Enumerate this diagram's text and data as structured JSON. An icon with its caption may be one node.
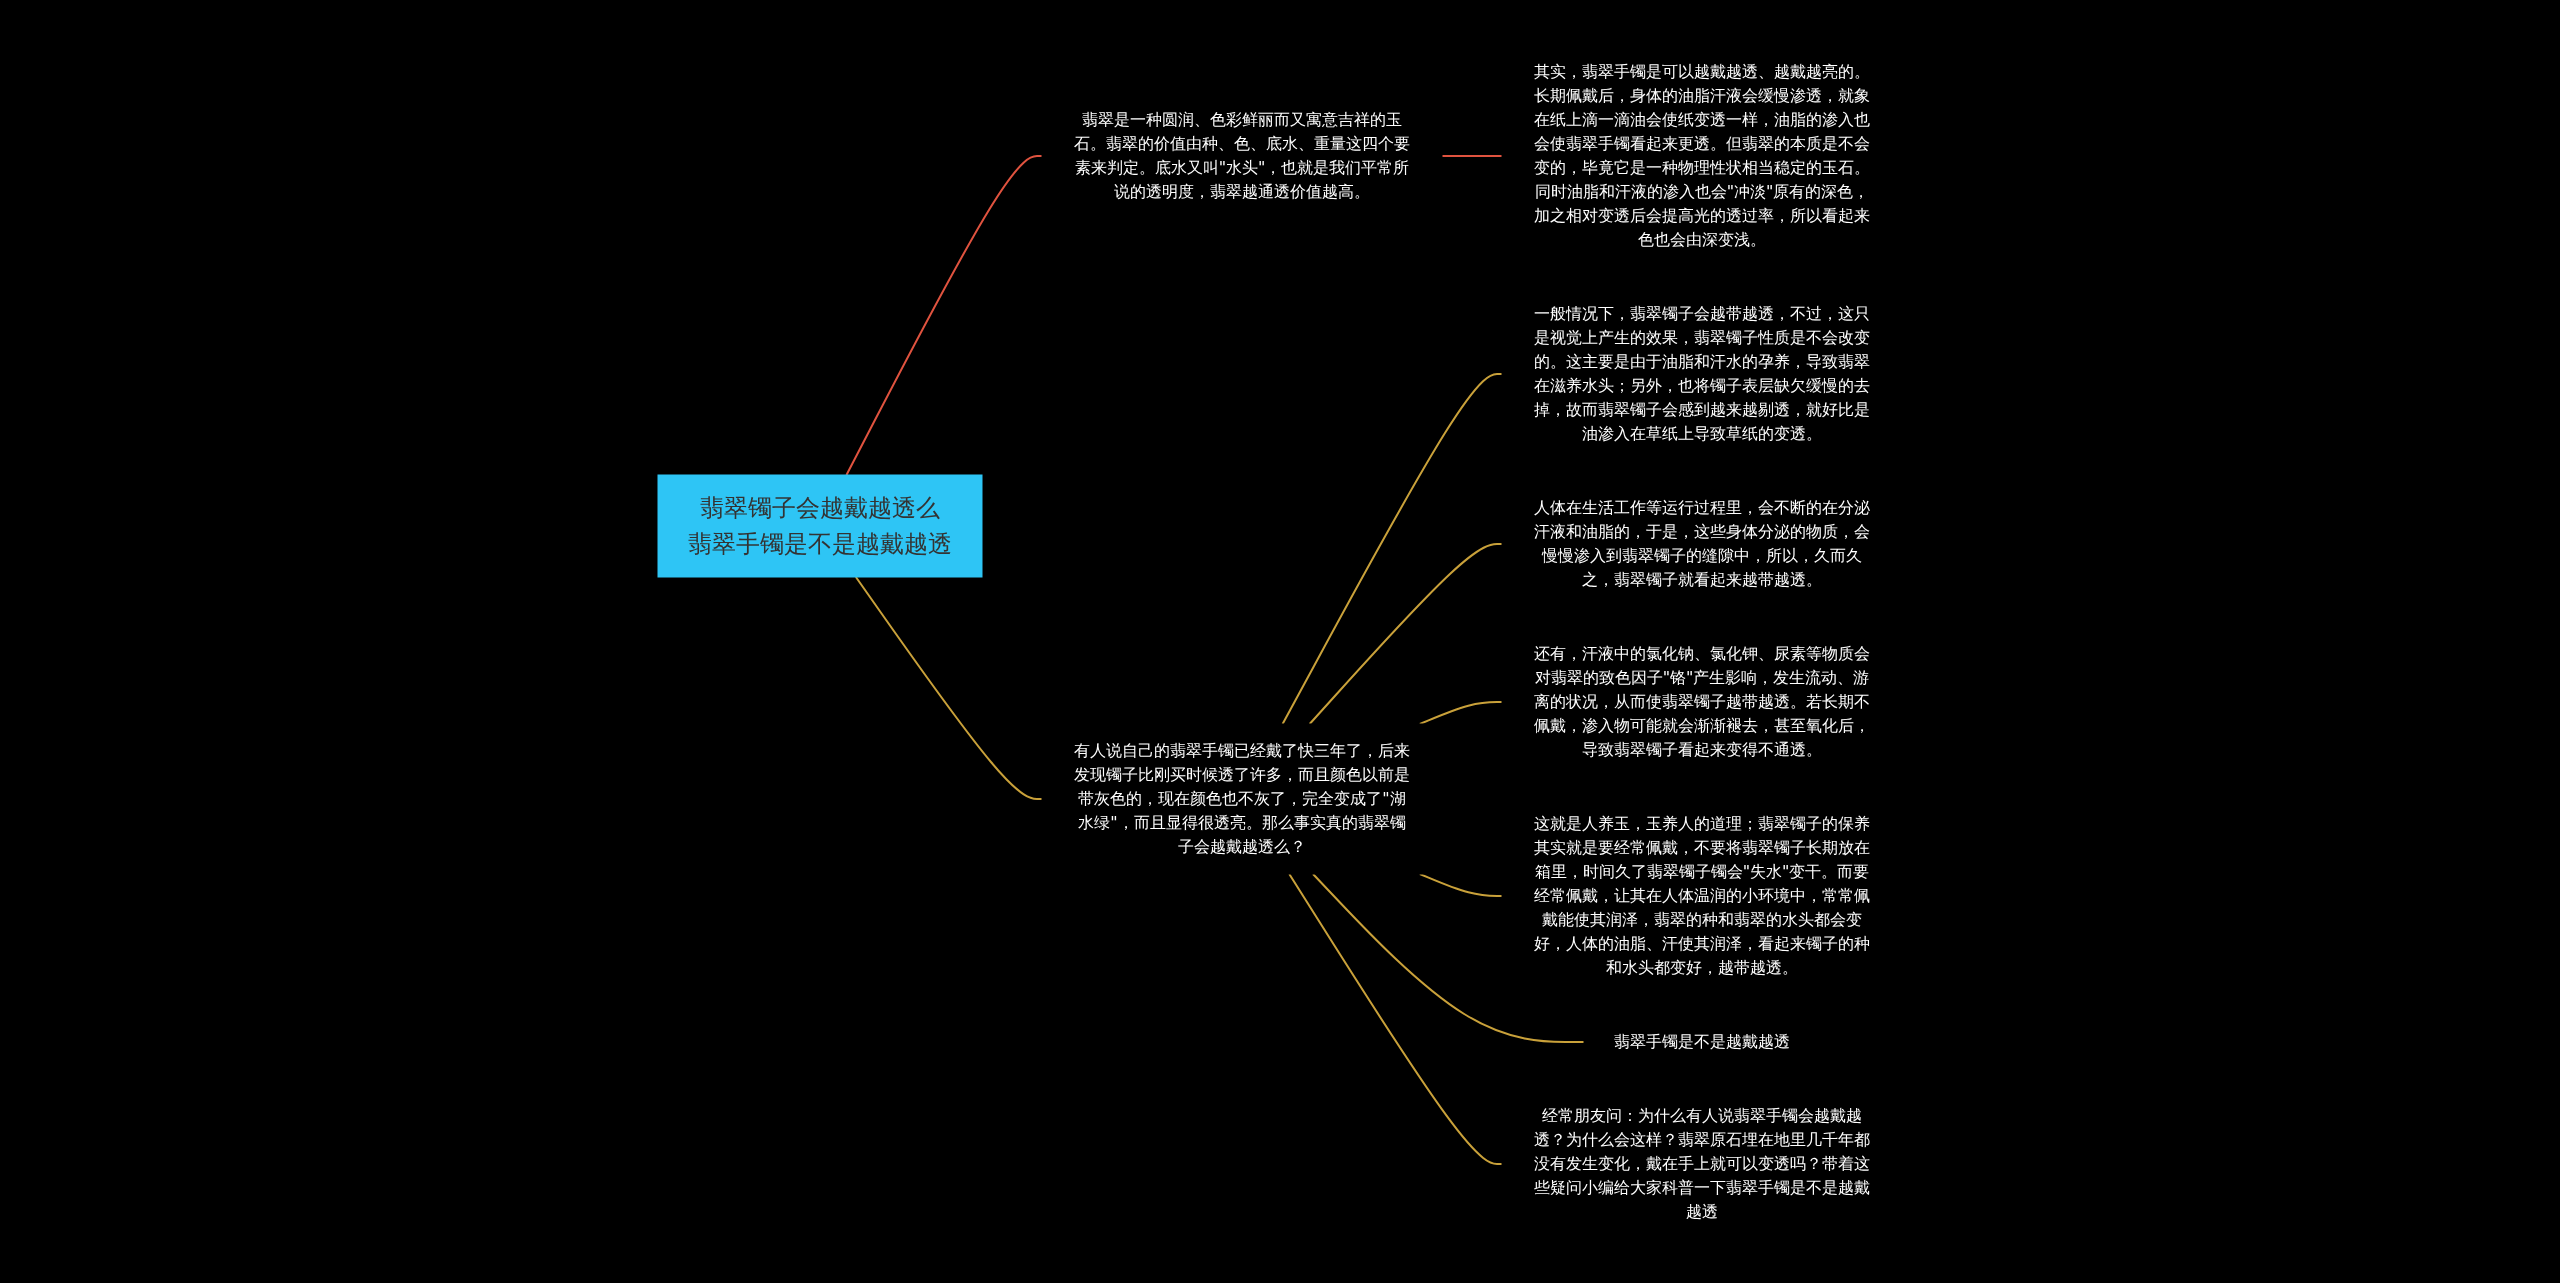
{
  "diagram": {
    "nodes": [
      {
        "text": [
          "翡翠镯子会越戴越透么",
          "翡翠手镯是不是越戴越透"
        ]
      },
      {
        "text": [
          "翡翠是一种圆润、色彩鲜丽而又寓意吉祥的玉石。翡翠的价值由种、色、底水、重量这四个要素来判定。底水又叫\"水头\"，也就是我们平常所说的透明度，翡翠越通透价值越高。"
        ]
      },
      {
        "text": [
          "其实，翡翠手镯是可以越戴越透、越戴越亮的。长期佩戴后，身体的油脂汗液会缓慢渗透，就象在纸上滴一滴油会使纸变透一样，油脂的渗入也会使翡翠手镯看起来更透。但翡翠的本质是不会变的，毕竟它是一种物理性状相当稳定的玉石。同时油脂和汗液的渗入也会\"冲淡\"原有的深色，加之相对变透后会提高光的透过率，所以看起来色也会由深变浅。"
        ]
      },
      {
        "text": [
          "有人说自己的翡翠手镯已经戴了快三年了，后来发现镯子比刚买时候透了许多，而且颜色以前是带灰色的，现在颜色也不灰了，完全变成了\"湖水绿\"，而且显得很透亮。那么事实真的翡翠镯子会越戴越透么？"
        ]
      },
      {
        "text": [
          "一般情况下，翡翠镯子会越带越透，不过，这只是视觉上产生的效果，翡翠镯子性质是不会改变的。这主要是由于油脂和汗水的孕养，导致翡翠在滋养水头；另外，也将镯子表层缺欠缓慢的去掉，故而翡翠镯子会感到越来越剔透，就好比是油渗入在草纸上导致草纸的变透。"
        ]
      },
      {
        "text": [
          "人体在生活工作等运行过程里，会不断的在分泌汗液和油脂的，于是，这些身体分泌的物质，会慢慢渗入到翡翠镯子的缝隙中，所以，久而久之，翡翠镯子就看起来越带越透。"
        ]
      },
      {
        "text": [
          "还有，汗液中的氯化钠、氯化钾、尿素等物质会对翡翠的致色因子\"铬\"产生影响，发生流动、游离的状况，从而使翡翠镯子越带越透。若长期不佩戴，渗入物可能就会渐渐褪去，甚至氧化后，导致翡翠镯子看起来变得不通透。"
        ]
      },
      {
        "text": [
          "这就是人养玉，玉养人的道理；翡翠镯子的保养其实就是要经常佩戴，不要将翡翠镯子长期放在箱里，时间久了翡翠镯子镯会\"失水\"变干。而要经常佩戴，让其在人体温润的小环境中，常常佩戴能使其润泽，翡翠的种和翡翠的水头都会变好，人体的油脂、汗使其润泽，看起来镯子的种和水头都变好，越带越透。"
        ]
      },
      {
        "text": [
          "翡翠手镯是不是越戴越透"
        ]
      },
      {
        "text": [
          "经常朋友问：为什么有人说翡翠手镯会越戴越透？为什么会这样？翡翠原石埋在地里几千年都没有发生变化，戴在手上就可以变透吗？带着这些疑问小编给大家科普一下翡翠手镯是不是越戴越透"
        ]
      }
    ],
    "edges": [
      {
        "from": 0,
        "to": 1,
        "arrow": "none",
        "color": "#e0533f"
      },
      {
        "from": 1,
        "to": 2,
        "arrow": "none",
        "color": "#e0533f"
      },
      {
        "from": 0,
        "to": 3,
        "arrow": "none"
      },
      {
        "from": 3,
        "to": 4,
        "arrow": "none"
      },
      {
        "from": 3,
        "to": 5,
        "arrow": "none"
      },
      {
        "from": 3,
        "to": 6,
        "arrow": "none"
      },
      {
        "from": 3,
        "to": 7,
        "arrow": "none"
      },
      {
        "from": 3,
        "to": 8,
        "arrow": "none"
      },
      {
        "from": 3,
        "to": 9,
        "arrow": "none"
      }
    ]
  }
}
